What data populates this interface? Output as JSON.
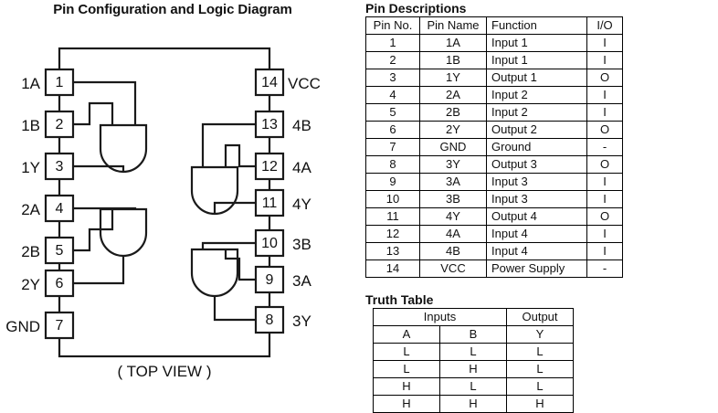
{
  "diagram": {
    "title": "Pin Configuration and Logic Diagram",
    "view_label": "( TOP VIEW )",
    "package": "DIP-14",
    "gate_type": "AND",
    "gate_count": 4,
    "left_pins": [
      {
        "num": "1",
        "signal": "1A"
      },
      {
        "num": "2",
        "signal": "1B"
      },
      {
        "num": "3",
        "signal": "1Y"
      },
      {
        "num": "4",
        "signal": "2A"
      },
      {
        "num": "5",
        "signal": "2B"
      },
      {
        "num": "6",
        "signal": "2Y"
      },
      {
        "num": "7",
        "signal": "GND"
      }
    ],
    "right_pins": [
      {
        "num": "14",
        "signal": "VCC"
      },
      {
        "num": "13",
        "signal": "4B"
      },
      {
        "num": "12",
        "signal": "4A"
      },
      {
        "num": "11",
        "signal": "4Y"
      },
      {
        "num": "10",
        "signal": "3B"
      },
      {
        "num": "9",
        "signal": "3A"
      },
      {
        "num": "8",
        "signal": "3Y"
      }
    ]
  },
  "pin_descriptions": {
    "title": "Pin Descriptions",
    "headers": [
      "Pin No.",
      "Pin Name",
      "Function",
      "I/O"
    ],
    "rows": [
      [
        "1",
        "1A",
        "Input 1",
        "I"
      ],
      [
        "2",
        "1B",
        "Input 1",
        "I"
      ],
      [
        "3",
        "1Y",
        "Output 1",
        "O"
      ],
      [
        "4",
        "2A",
        "Input 2",
        "I"
      ],
      [
        "5",
        "2B",
        "Input 2",
        "I"
      ],
      [
        "6",
        "2Y",
        "Output 2",
        "O"
      ],
      [
        "7",
        "GND",
        "Ground",
        "-"
      ],
      [
        "8",
        "3Y",
        "Output 3",
        "O"
      ],
      [
        "9",
        "3A",
        "Input 3",
        "I"
      ],
      [
        "10",
        "3B",
        "Input 3",
        "I"
      ],
      [
        "11",
        "4Y",
        "Output 4",
        "O"
      ],
      [
        "12",
        "4A",
        "Input 4",
        "I"
      ],
      [
        "13",
        "4B",
        "Input 4",
        "I"
      ],
      [
        "14",
        "VCC",
        "Power Supply",
        "-"
      ]
    ]
  },
  "truth_table": {
    "title": "Truth Table",
    "group_headers": [
      "Inputs",
      "Output"
    ],
    "column_headers": [
      "A",
      "B",
      "Y"
    ],
    "rows": [
      [
        "L",
        "L",
        "L"
      ],
      [
        "L",
        "H",
        "L"
      ],
      [
        "H",
        "L",
        "L"
      ],
      [
        "H",
        "H",
        "H"
      ]
    ]
  },
  "colors": {
    "background": "#ffffff",
    "line": "#000000",
    "text": "#111111"
  }
}
